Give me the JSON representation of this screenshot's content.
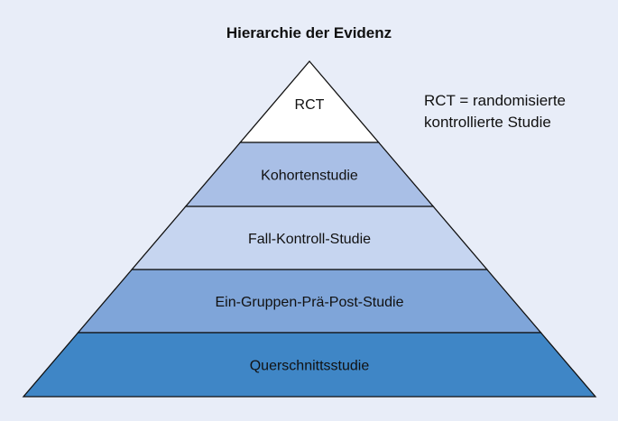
{
  "title": "Hierarchie der Evidenz",
  "legend": {
    "line1": "RCT = randomisierte",
    "line2": "kontrollierte Studie"
  },
  "levels": [
    {
      "label": "RCT",
      "color": "#ffffff"
    },
    {
      "label": "Kohortenstudie",
      "color": "#a9bfe6"
    },
    {
      "label": "Fall-Kontroll-Studie",
      "color": "#c6d5f0"
    },
    {
      "label": "Ein-Gruppen-Prä-Post-Studie",
      "color": "#7fa5d9"
    },
    {
      "label": "Querschnittsstudie",
      "color": "#3f86c6"
    }
  ],
  "colors": {
    "background": "#e8edf8",
    "stroke": "#111111"
  }
}
